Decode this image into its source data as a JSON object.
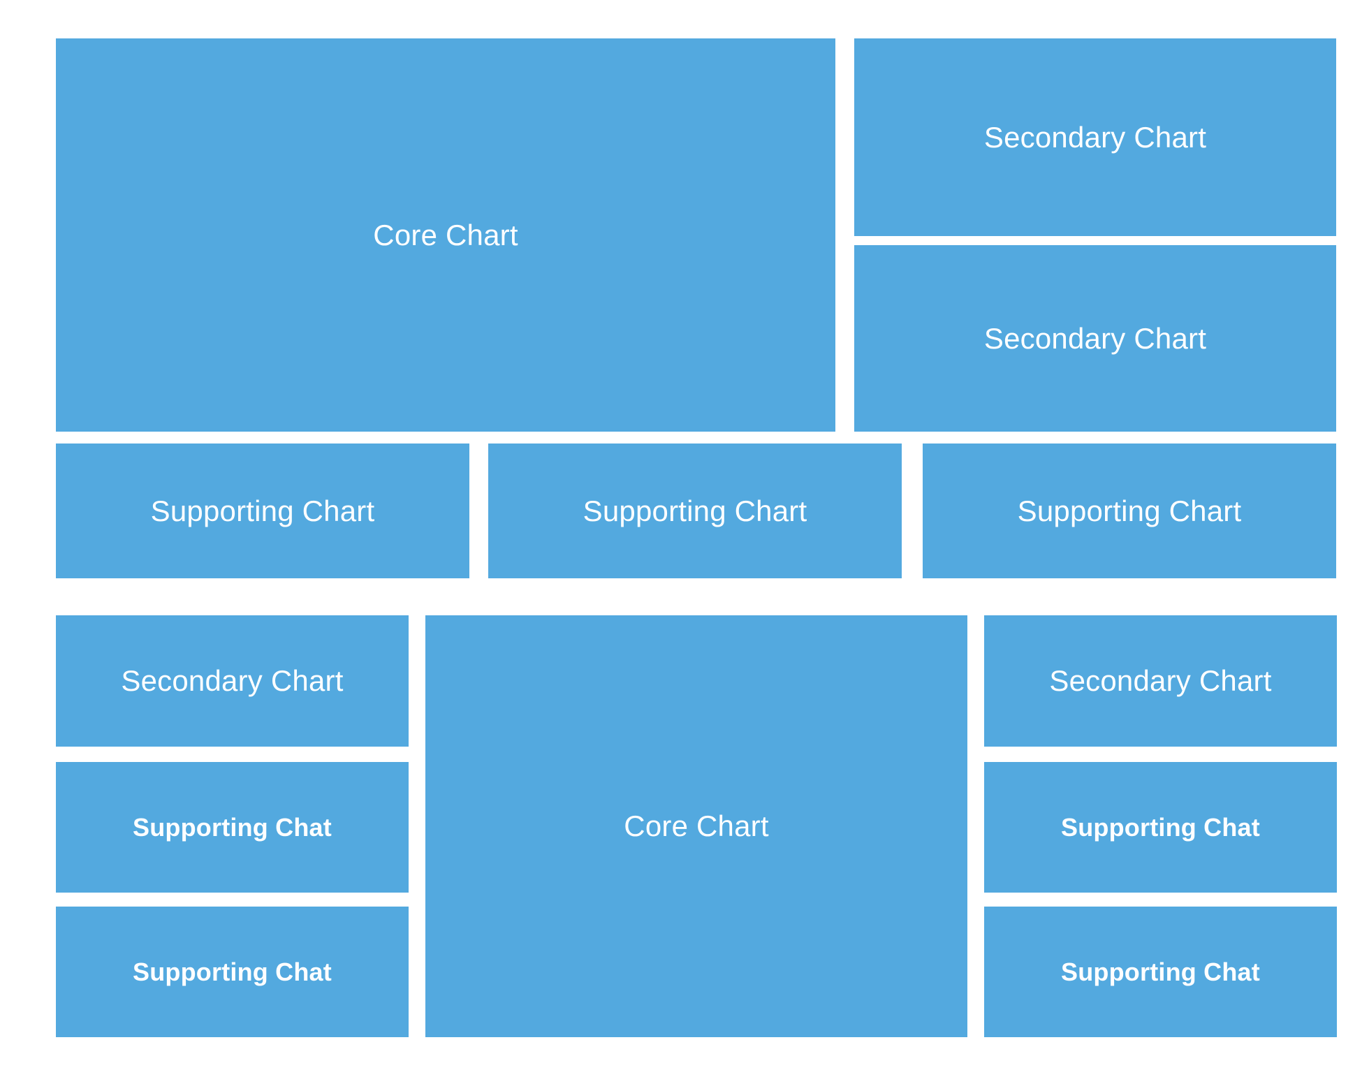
{
  "colors": {
    "tile": "#53a9df",
    "label": "#ffffff",
    "background": "#ffffff"
  },
  "layout_grid": {
    "row1": {
      "core": "Core Chart",
      "secondary_1": "Secondary Chart",
      "secondary_2": "Secondary Chart"
    },
    "row2": {
      "supporting_1": "Supporting Chart",
      "supporting_2": "Supporting Chart",
      "supporting_3": "Supporting Chart"
    },
    "row3": {
      "left": {
        "secondary": "Secondary Chart",
        "supporting_1": "Supporting Chat",
        "supporting_2": "Supporting Chat"
      },
      "core": "Core Chart",
      "right": {
        "secondary": "Secondary Chart",
        "supporting_1": "Supporting Chat",
        "supporting_2": "Supporting Chat"
      }
    }
  }
}
